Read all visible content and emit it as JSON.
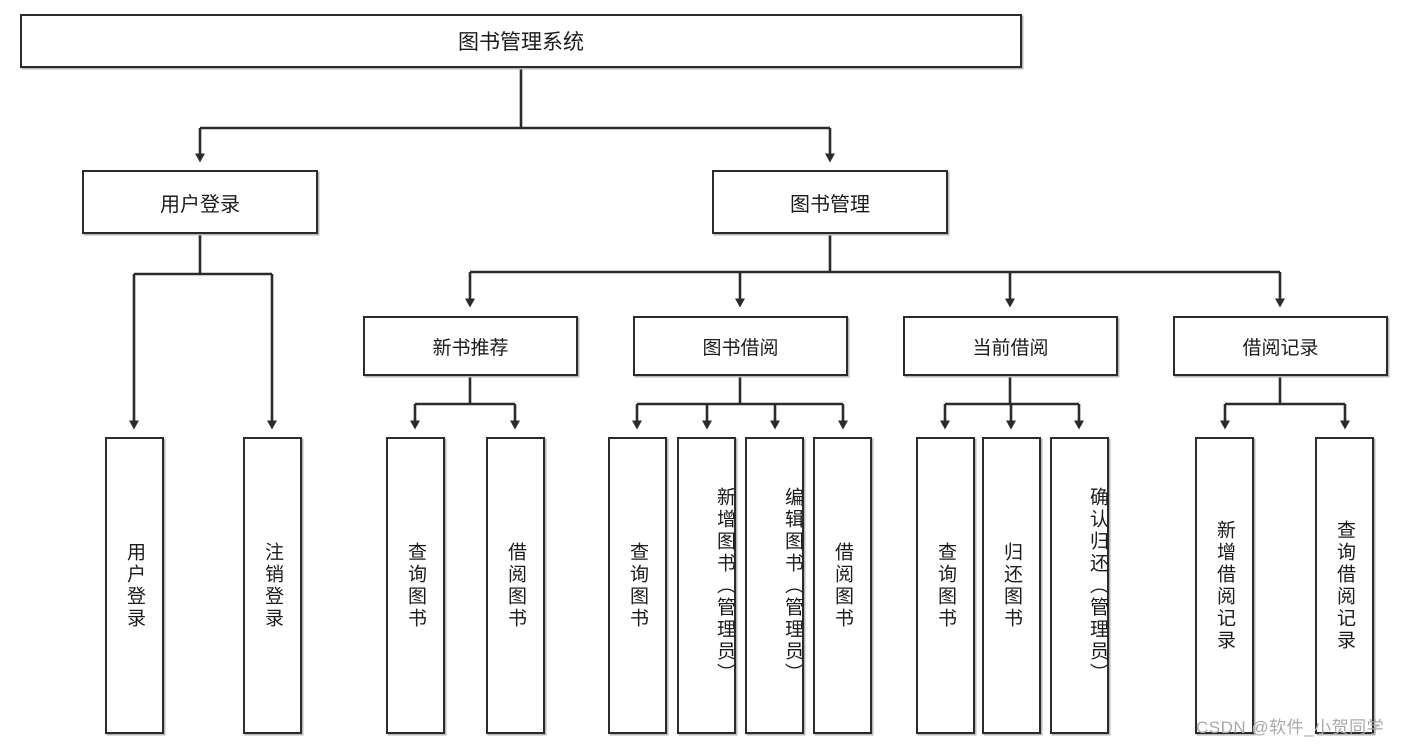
{
  "diagram": {
    "type": "tree",
    "title": "图书管理系统",
    "root": {
      "label": "图书管理系统"
    },
    "level1": [
      {
        "label": "用户登录"
      },
      {
        "label": "图书管理"
      }
    ],
    "level2": [
      {
        "label": "新书推荐"
      },
      {
        "label": "图书借阅"
      },
      {
        "label": "当前借阅"
      },
      {
        "label": "借阅记录"
      }
    ],
    "leaves": {
      "user_login": [
        {
          "label": "用户登录"
        },
        {
          "label": "注销登录"
        }
      ],
      "new_book_recommend": [
        {
          "label": "查询图书"
        },
        {
          "label": "借阅图书"
        }
      ],
      "book_borrow": [
        {
          "label": "查询图书"
        },
        {
          "label": "新增图书（管理员）"
        },
        {
          "label": "编辑图书（管理员）"
        },
        {
          "label": "借阅图书"
        }
      ],
      "current_borrow": [
        {
          "label": "查询图书"
        },
        {
          "label": "归还图书"
        },
        {
          "label": "确认归还（管理员）"
        }
      ],
      "borrow_record": [
        {
          "label": "新增借阅记录"
        },
        {
          "label": "查询借阅记录"
        }
      ]
    }
  },
  "watermark": {
    "text": "CSDN @软件_小贺同学"
  },
  "colors": {
    "stroke": "#2b2b2b",
    "fill": "#ffffff",
    "shadow": "#b8b8b8",
    "watermark": "#a9a9a9"
  }
}
